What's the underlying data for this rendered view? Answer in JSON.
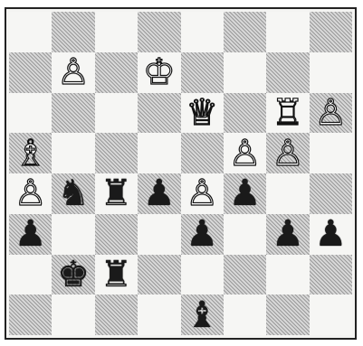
{
  "board": {
    "rows": [
      [
        null,
        null,
        null,
        null,
        null,
        null,
        null,
        null
      ],
      [
        null,
        {
          "color": "white",
          "type": "pawn",
          "glyph": "♙",
          "icon": "white-pawn-icon"
        },
        null,
        {
          "color": "white",
          "type": "king",
          "glyph": "♔",
          "icon": "white-king-icon"
        },
        null,
        null,
        null,
        null
      ],
      [
        null,
        null,
        null,
        null,
        {
          "color": "white",
          "type": "queen",
          "glyph": "♕",
          "icon": "white-queen-icon"
        },
        null,
        {
          "color": "white",
          "type": "rook",
          "glyph": "♖",
          "icon": "white-rook-icon"
        },
        {
          "color": "white",
          "type": "pawn",
          "glyph": "♙",
          "icon": "white-pawn-icon"
        }
      ],
      [
        {
          "color": "white",
          "type": "bishop",
          "glyph": "♗",
          "icon": "white-bishop-icon"
        },
        null,
        null,
        null,
        null,
        {
          "color": "white",
          "type": "pawn",
          "glyph": "♙",
          "icon": "white-pawn-icon"
        },
        {
          "color": "white",
          "type": "pawn",
          "glyph": "♙",
          "icon": "white-pawn-icon"
        },
        null
      ],
      [
        {
          "color": "white",
          "type": "pawn",
          "glyph": "♙",
          "icon": "white-pawn-icon"
        },
        {
          "color": "black",
          "type": "knight",
          "glyph": "♞",
          "icon": "black-knight-icon"
        },
        {
          "color": "black",
          "type": "rook",
          "glyph": "♜",
          "icon": "black-rook-icon"
        },
        {
          "color": "black",
          "type": "pawn",
          "glyph": "♟",
          "icon": "black-pawn-icon"
        },
        {
          "color": "white",
          "type": "pawn",
          "glyph": "♙",
          "icon": "white-pawn-icon"
        },
        {
          "color": "black",
          "type": "pawn",
          "glyph": "♟",
          "icon": "black-pawn-icon"
        },
        null,
        null
      ],
      [
        {
          "color": "black",
          "type": "pawn",
          "glyph": "♟",
          "icon": "black-pawn-icon"
        },
        null,
        null,
        null,
        {
          "color": "black",
          "type": "pawn",
          "glyph": "♟",
          "icon": "black-pawn-icon"
        },
        null,
        {
          "color": "black",
          "type": "pawn",
          "glyph": "♟",
          "icon": "black-pawn-icon"
        },
        {
          "color": "black",
          "type": "pawn",
          "glyph": "♟",
          "icon": "black-pawn-icon"
        }
      ],
      [
        null,
        {
          "color": "black",
          "type": "king",
          "glyph": "♚",
          "icon": "black-king-icon"
        },
        {
          "color": "black",
          "type": "rook",
          "glyph": "♜",
          "icon": "black-rook-icon"
        },
        null,
        null,
        null,
        null,
        null
      ],
      [
        null,
        null,
        null,
        null,
        {
          "color": "black",
          "type": "bishop",
          "glyph": "♝",
          "icon": "black-bishop-icon"
        },
        null,
        null,
        null
      ]
    ]
  },
  "colors": {
    "light_square": "#f6f6f4",
    "dark_square_hatch": "#9a9a9a",
    "border": "#222222"
  }
}
